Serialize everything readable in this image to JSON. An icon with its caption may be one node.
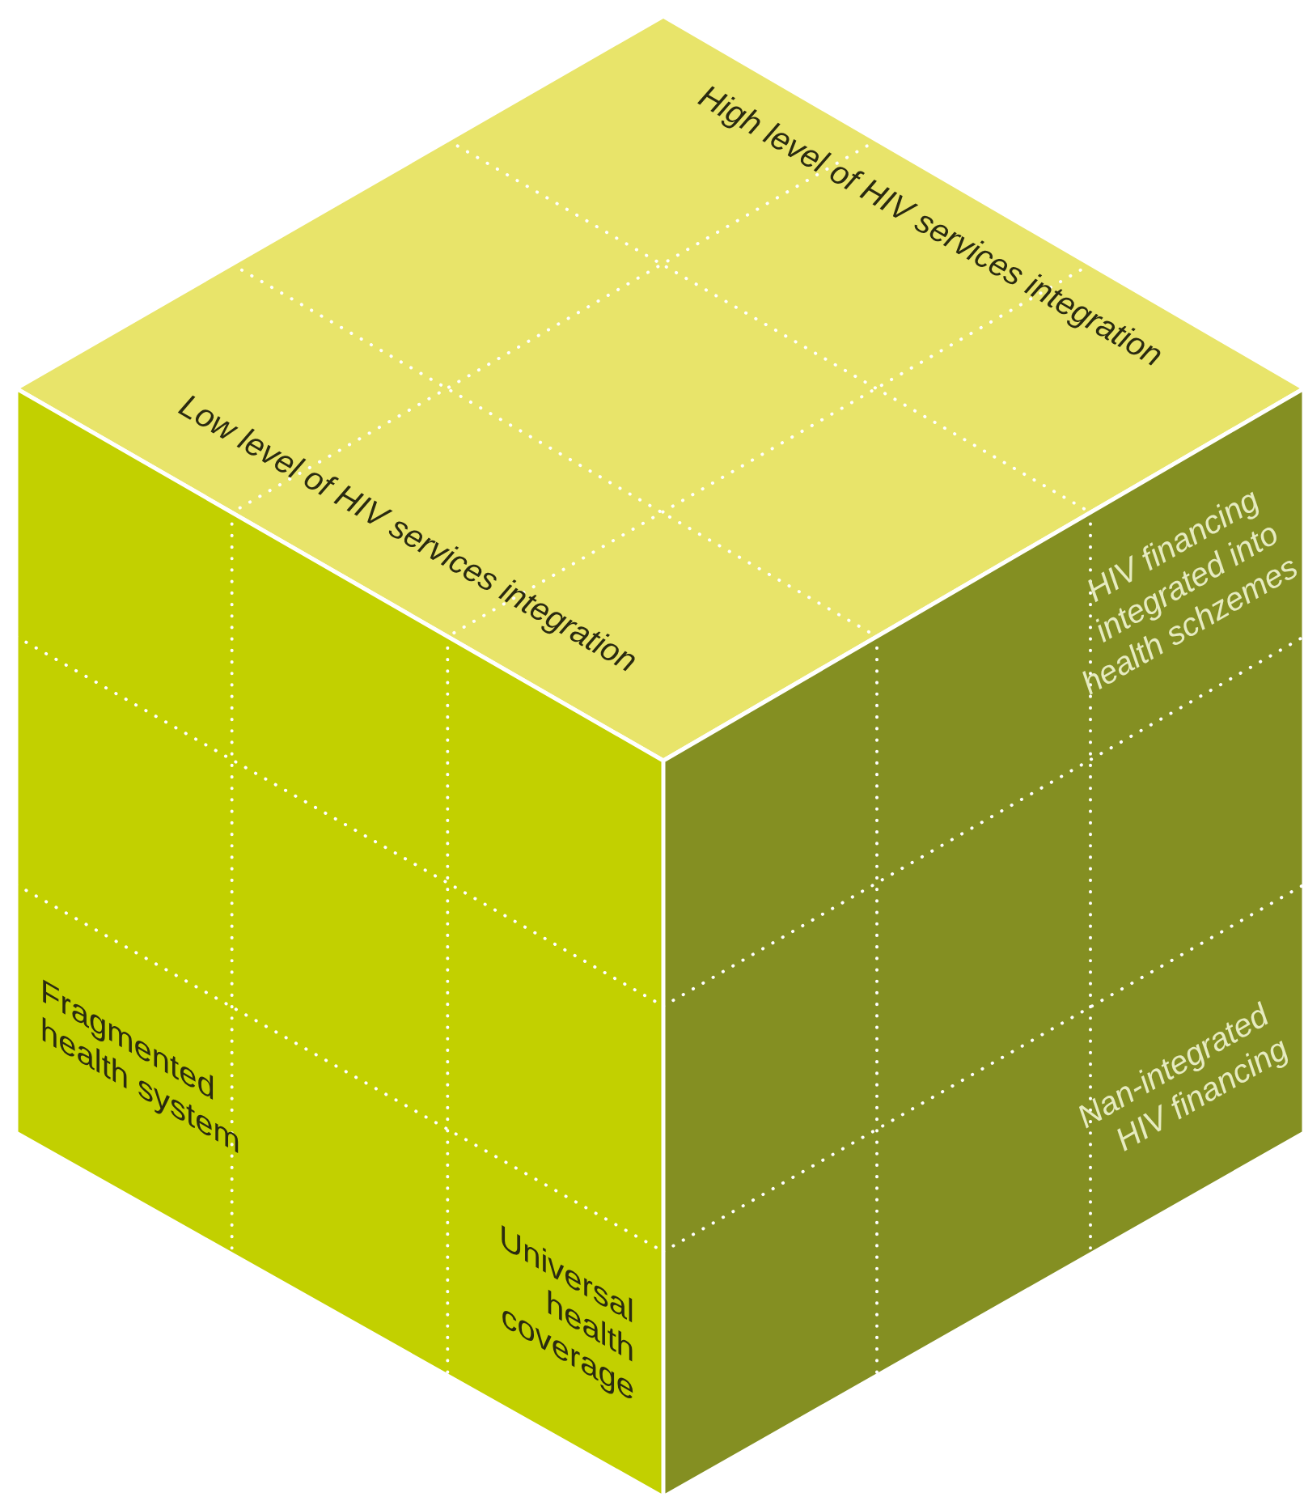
{
  "diagram": {
    "nodes": [
      {
        "text": [
          "High level of HIV services integration",
          "Low level of HIV services integration"
        ]
      },
      {
        "text": [
          "Fragmented health system",
          "Universal health coverage"
        ]
      },
      {
        "text": [
          "HIV financing integrated into health schzemes",
          "Nan-integrated HIV financing"
        ]
      }
    ]
  }
}
